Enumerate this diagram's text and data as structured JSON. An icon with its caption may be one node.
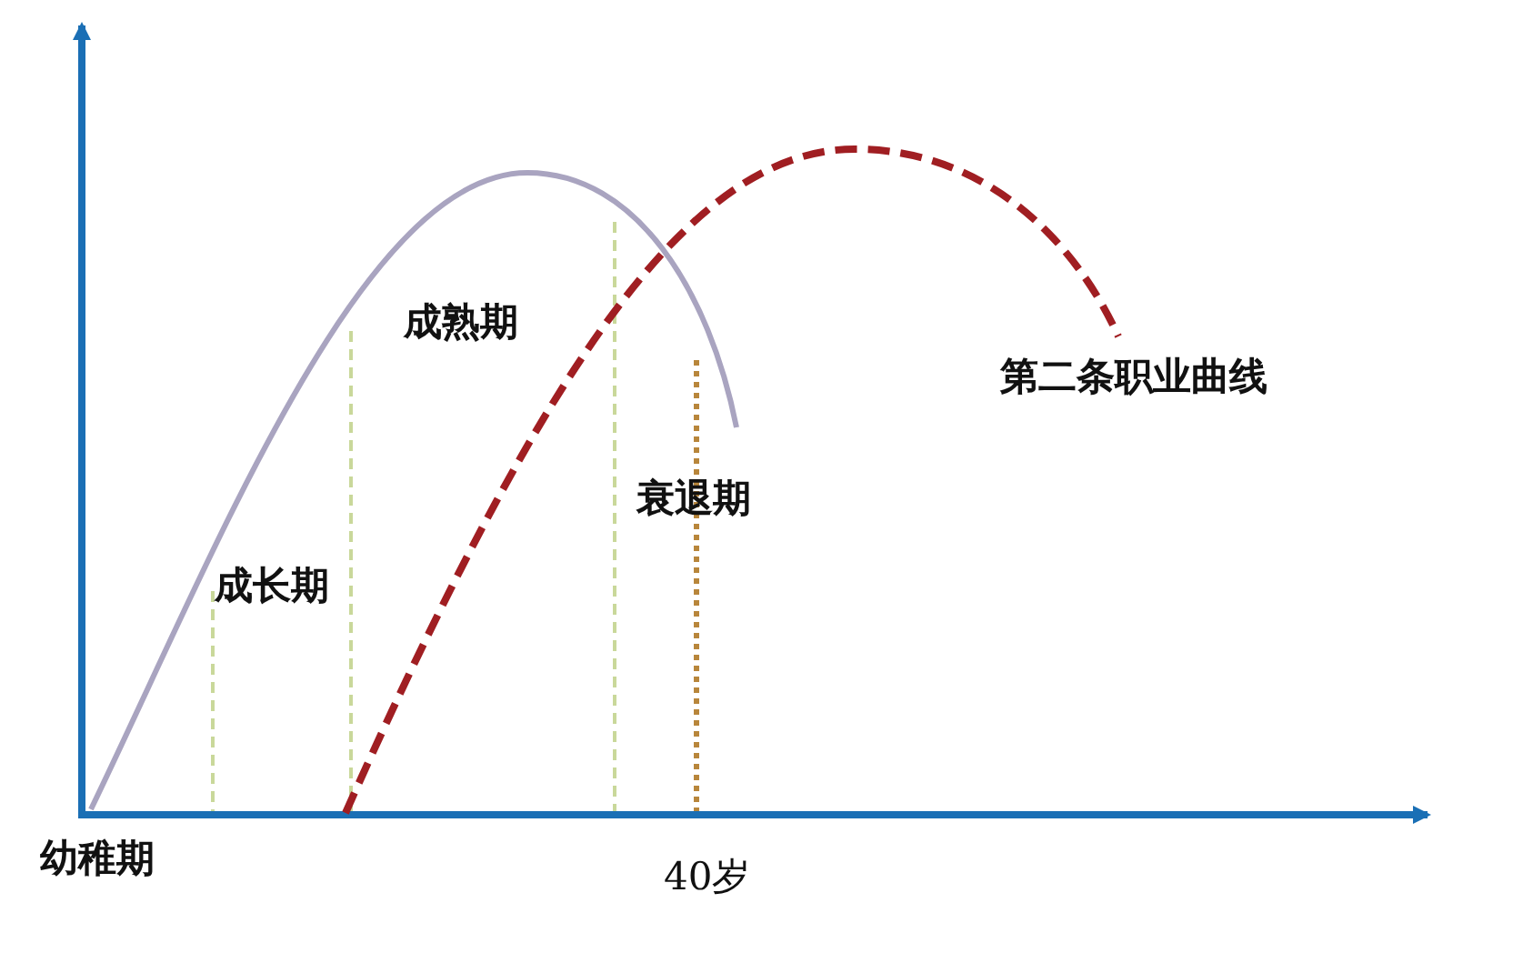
{
  "diagram": {
    "labels": [
      "成熟期",
      "第二条职业曲线",
      "衰退期",
      "成长期",
      "幼稚期",
      "40岁"
    ]
  }
}
